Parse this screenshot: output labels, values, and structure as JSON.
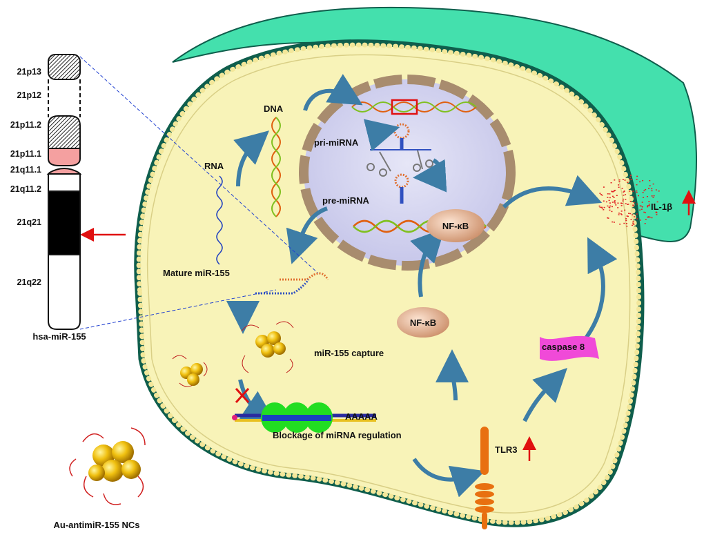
{
  "chromosome": {
    "bands": [
      "21p13",
      "21p12",
      "21p11.2",
      "21p11.1",
      "21q11.1",
      "21q11.2",
      "21q21",
      "21q22"
    ],
    "label": "hsa-miR-155"
  },
  "cell": {
    "labels": {
      "dna": "DNA",
      "rna": "RNA",
      "pri_mirna": "pri-miRNA",
      "pre_mirna": "pre-miRNA",
      "nfkb_nucleus": "NF-κB",
      "mature": "Mature miR-155",
      "capture": "miR-155 capture",
      "nfkb_cytoplasm": "NF-κB",
      "caspase": "caspase 8",
      "polya": "AAAAA",
      "blockage": "Blockage of miRNA regulation",
      "tlr3": "TLR3",
      "il1b": "IL-1β"
    }
  },
  "nanocluster_label": "Au-antimiR-155 NCs",
  "colors": {
    "membrane_outer": "#0f5e4c",
    "ecm": "#44e0ad",
    "cytoplasm": "#f8f3b8",
    "nucleus": "#d6d6f0",
    "nuclear_envelope": "#a88c6e",
    "arrow": "#3d7da6",
    "up_arrow": "#e01010",
    "chromosome_centromere": "#f4a0a0"
  }
}
